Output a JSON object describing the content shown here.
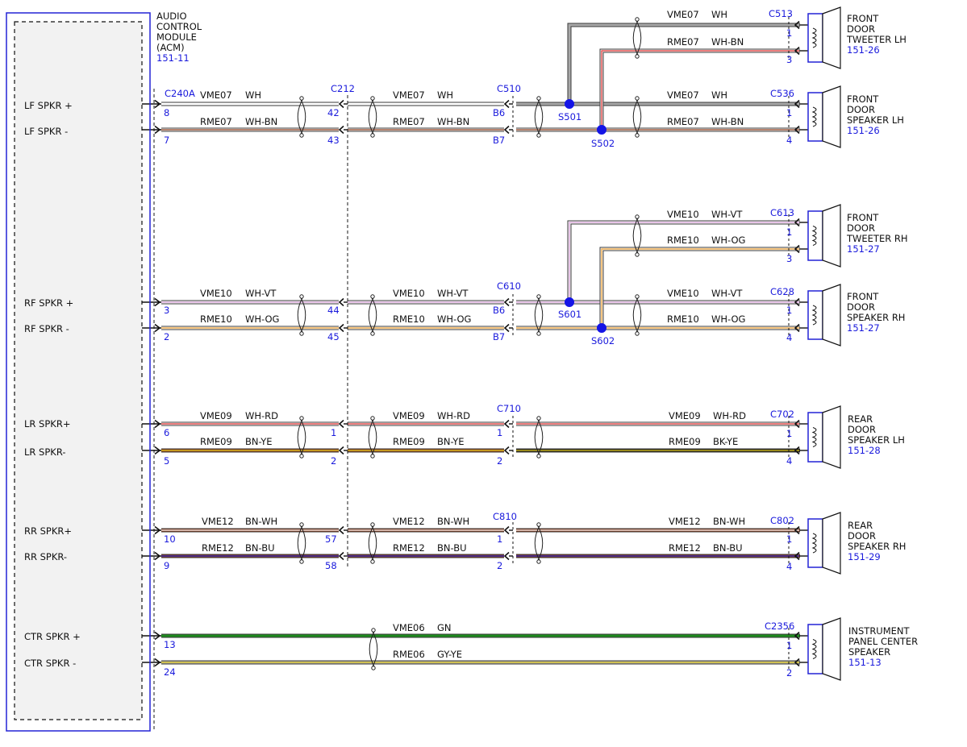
{
  "module": {
    "title_lines": [
      "AUDIO",
      "CONTROL",
      "MODULE",
      "(ACM)"
    ],
    "ref": "151-11",
    "pins": [
      "LF SPKR +",
      "LF SPKR -",
      "RF SPKR +",
      "RF SPKR -",
      "LR SPKR+",
      "LR SPKR-",
      "RR SPKR+",
      "RR SPKR-",
      "CTR SPKR +",
      "CTR SPKR -"
    ]
  },
  "connectors": {
    "acm": "C240A",
    "inline": "C212",
    "lf_door": "C510",
    "rf_door": "C610",
    "lr_door": "C710",
    "rr_door": "C810"
  },
  "splices": [
    "S501",
    "S502",
    "S601",
    "S602"
  ],
  "wire_labels": {
    "vme07": "VME07",
    "rme07": "RME07",
    "wh": "WH",
    "wh_bn": "WH-BN",
    "vme10": "VME10",
    "rme10": "RME10",
    "wh_vt": "WH-VT",
    "wh_og": "WH-OG",
    "vme09": "VME09",
    "rme09": "RME09",
    "wh_rd": "WH-RD",
    "bn_ye": "BN-YE",
    "bk_ye": "BK-YE",
    "vme12": "VME12",
    "rme12": "RME12",
    "bn_wh": "BN-WH",
    "bn_bu": "BN-BU",
    "vme06": "VME06",
    "rme06": "RME06",
    "gn": "GN",
    "gy_ye": "GY-YE"
  },
  "pin_numbers": {
    "p8": "8",
    "p7": "7",
    "p42": "42",
    "p43": "43",
    "pB6": "B6",
    "pB7": "B7",
    "p3": "3",
    "p2": "2",
    "p44": "44",
    "p45": "45",
    "p6": "6",
    "p5": "5",
    "p1": "1",
    "p4": "4",
    "p10": "10",
    "p9": "9",
    "p57": "57",
    "p58": "58",
    "p13": "13",
    "p24": "24"
  },
  "speakers": [
    {
      "connector": "C513",
      "pins": [
        "1",
        "3"
      ],
      "lines": [
        "FRONT",
        "DOOR",
        "TWEETER LH"
      ],
      "ref": "151-26"
    },
    {
      "connector": "C536",
      "pins": [
        "1",
        "4"
      ],
      "lines": [
        "FRONT",
        "DOOR",
        "SPEAKER LH"
      ],
      "ref": "151-26"
    },
    {
      "connector": "C613",
      "pins": [
        "1",
        "3"
      ],
      "lines": [
        "FRONT",
        "DOOR",
        "TWEETER RH"
      ],
      "ref": "151-27"
    },
    {
      "connector": "C628",
      "pins": [
        "1",
        "4"
      ],
      "lines": [
        "FRONT",
        "DOOR",
        "SPEAKER RH"
      ],
      "ref": "151-27"
    },
    {
      "connector": "C702",
      "pins": [
        "1",
        "4"
      ],
      "lines": [
        "REAR",
        "DOOR",
        "SPEAKER LH"
      ],
      "ref": "151-28"
    },
    {
      "connector": "C802",
      "pins": [
        "1",
        "4"
      ],
      "lines": [
        "REAR",
        "DOOR",
        "SPEAKER RH"
      ],
      "ref": "151-29"
    },
    {
      "connector": "C2356",
      "pins": [
        "1",
        "2"
      ],
      "lines": [
        "INSTRUMENT",
        "PANEL CENTER",
        "SPEAKER"
      ],
      "ref": "151-13"
    }
  ],
  "colors": {
    "white": "#ffffff",
    "brown": "#8b3a1a",
    "violet": "#d9a0d9",
    "orange": "#f0a030",
    "red": "#e03030",
    "yellow": "#e8d020",
    "black": "#111111",
    "blue": "#2828c8",
    "green": "#1e8a1e",
    "gray": "#a8a8a8",
    "label_blue": "#1a1adc",
    "module_fill": "#f2f2f2"
  }
}
